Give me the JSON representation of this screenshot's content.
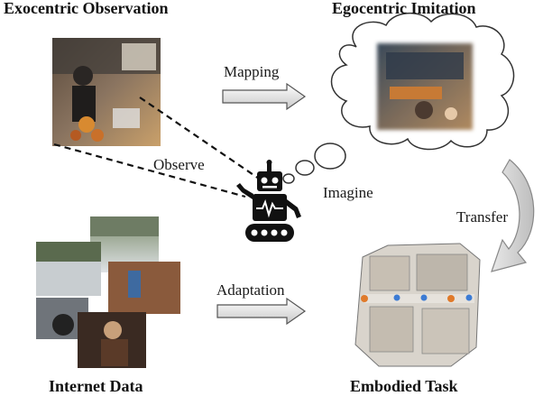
{
  "titles": {
    "exocentric": "Exocentric Observation",
    "egocentric": "Egocentric Imitation",
    "internet": "Internet Data",
    "embodied": "Embodied Task"
  },
  "labels": {
    "mapping": "Mapping",
    "observe": "Observe",
    "imagine": "Imagine",
    "transfer": "Transfer",
    "adaptation": "Adaptation"
  },
  "icons": {
    "robot": "robot-icon"
  }
}
